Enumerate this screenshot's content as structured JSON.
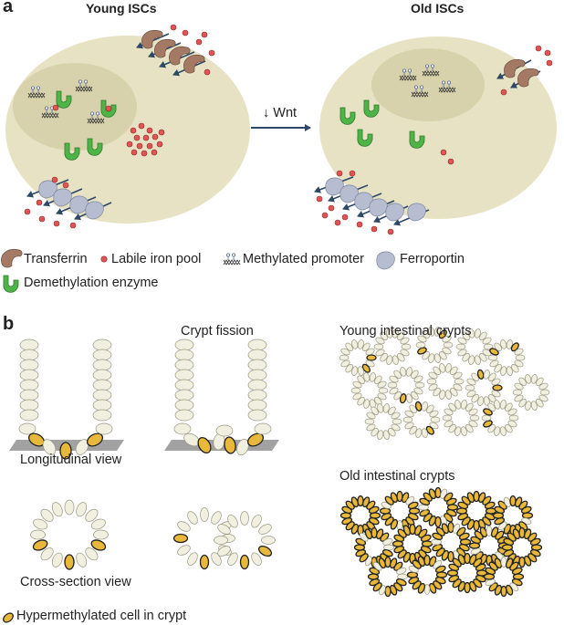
{
  "panel_a": {
    "letter": "a",
    "young_title": "Young ISCs",
    "old_title": "Old ISCs",
    "arrow_label": "↓ Wnt"
  },
  "legend": {
    "transferrin": "Transferrin",
    "labile_iron": "Labile iron pool",
    "methylated_promoter": "Methylated promoter",
    "ferroportin": "Ferroportin",
    "demethylation_enzyme": "Demethylation enzyme"
  },
  "panel_b": {
    "letter": "b",
    "crypt_fission": "Crypt fission",
    "longitudinal_view": "Longitudinal view",
    "cross_section_view": "Cross-section view",
    "young_crypts": "Young intestinal crypts",
    "old_crypts": "Old intestinal crypts",
    "hypermethylated_legend": "Hypermethylated cell in crypt"
  },
  "colors": {
    "cell": "#e6e2c3",
    "nucleus": "#d7d2ab",
    "transferrin": "#a47a64",
    "ferroportin": "#b6bdd0",
    "iron": "#e05454",
    "enzyme": "#4fb448",
    "arrow": "#2f4865",
    "hypermethylated": "#e8b83a",
    "crypt_cell": "#f1efdf"
  }
}
